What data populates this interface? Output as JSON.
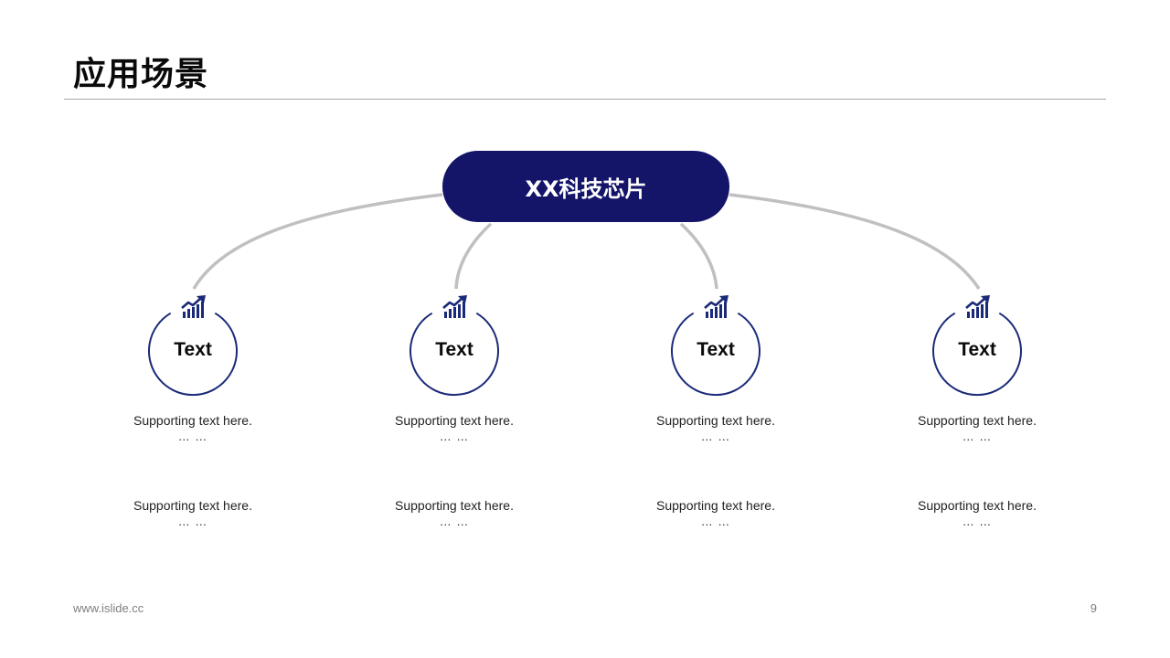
{
  "slide": {
    "title": "应用场景",
    "footer_url": "www.islide.cc",
    "page_number": "9"
  },
  "colors": {
    "primary": "#141569",
    "ring": "#1b2a78",
    "connector": "#c0c0c0",
    "rule": "#a6a6a6"
  },
  "root": {
    "label": "XX科技芯片"
  },
  "branches": [
    {
      "icon": "growth-chart-icon",
      "label": "Text",
      "supports": [
        {
          "text": "Supporting text here.",
          "ellipsis": "… …"
        },
        {
          "text": "Supporting text here.",
          "ellipsis": "… …"
        }
      ]
    },
    {
      "icon": "growth-chart-icon",
      "label": "Text",
      "supports": [
        {
          "text": "Supporting text here.",
          "ellipsis": "… …"
        },
        {
          "text": "Supporting text here.",
          "ellipsis": "… …"
        }
      ]
    },
    {
      "icon": "growth-chart-icon",
      "label": "Text",
      "supports": [
        {
          "text": "Supporting text here.",
          "ellipsis": "… …"
        },
        {
          "text": "Supporting text here.",
          "ellipsis": "… …"
        }
      ]
    },
    {
      "icon": "growth-chart-icon",
      "label": "Text",
      "supports": [
        {
          "text": "Supporting text here.",
          "ellipsis": "… …"
        },
        {
          "text": "Supporting text here.",
          "ellipsis": "… …"
        }
      ]
    }
  ]
}
